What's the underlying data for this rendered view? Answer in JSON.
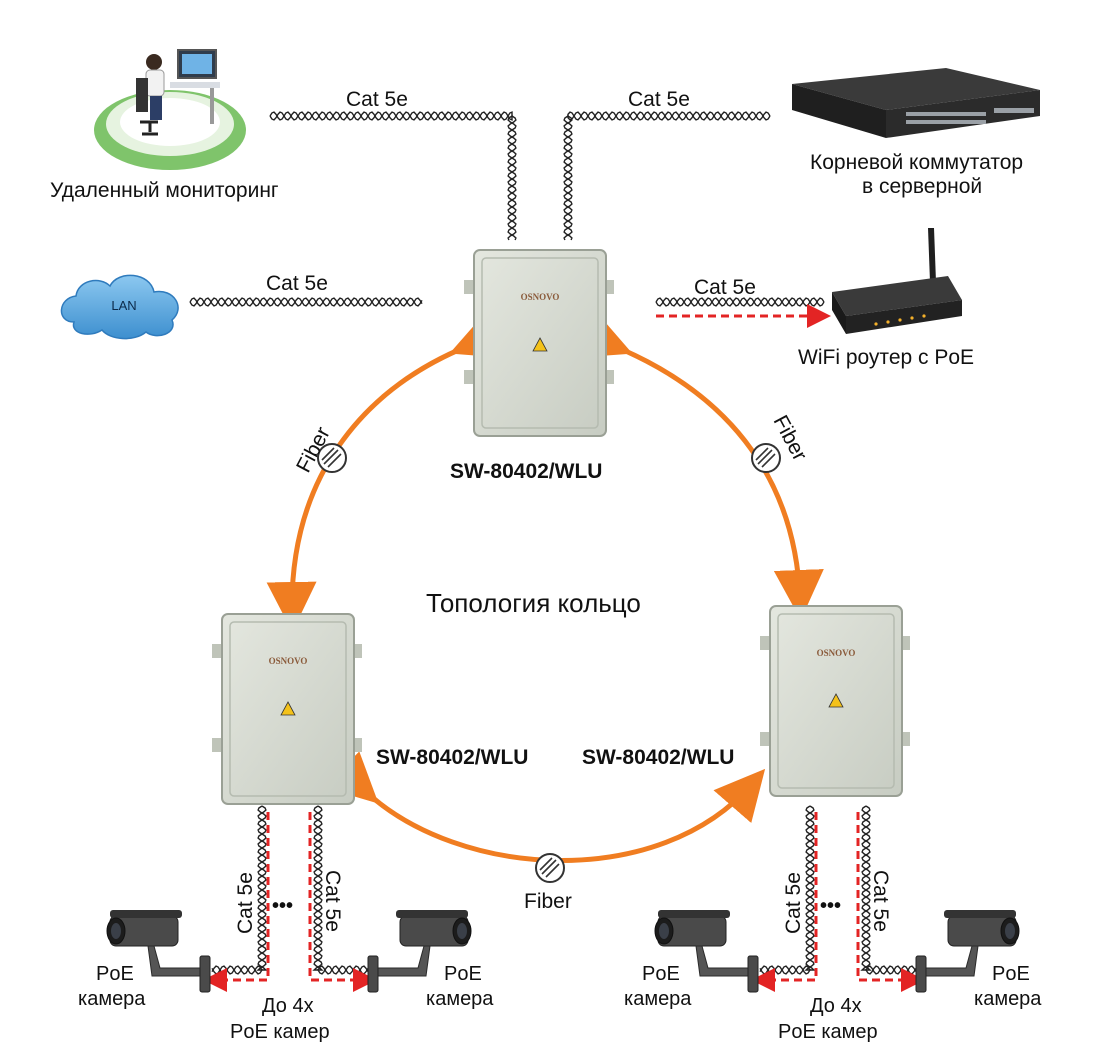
{
  "labels": {
    "cable": "Cat 5e",
    "fiber": "Fiber",
    "switch_model": "SW-80402/WLU",
    "topology": "Топология кольцо",
    "remote_monitoring": "Удаленный мониторинг",
    "root_switch_line1": "Корневой коммутатор",
    "root_switch_line2": "в серверной",
    "wifi_router": "WiFi роутер с PoE",
    "lan": "LAN",
    "poe_camera_line1": "PoE",
    "poe_camera_line2": "камера",
    "up_to_line1": "До 4х",
    "up_to_line2": "PoE камер",
    "brand": "OSNOVO",
    "ellipsis": "•••"
  },
  "colors": {
    "fiber_link": "#f07d21",
    "poe_power": "#e32424",
    "enclosure": "#d7dbd2",
    "enclosure_edge": "#9aa095",
    "cloud": "#5aa7dd",
    "monitor_ring": "#7fc46b",
    "device_dark": "#2b2b2b"
  }
}
